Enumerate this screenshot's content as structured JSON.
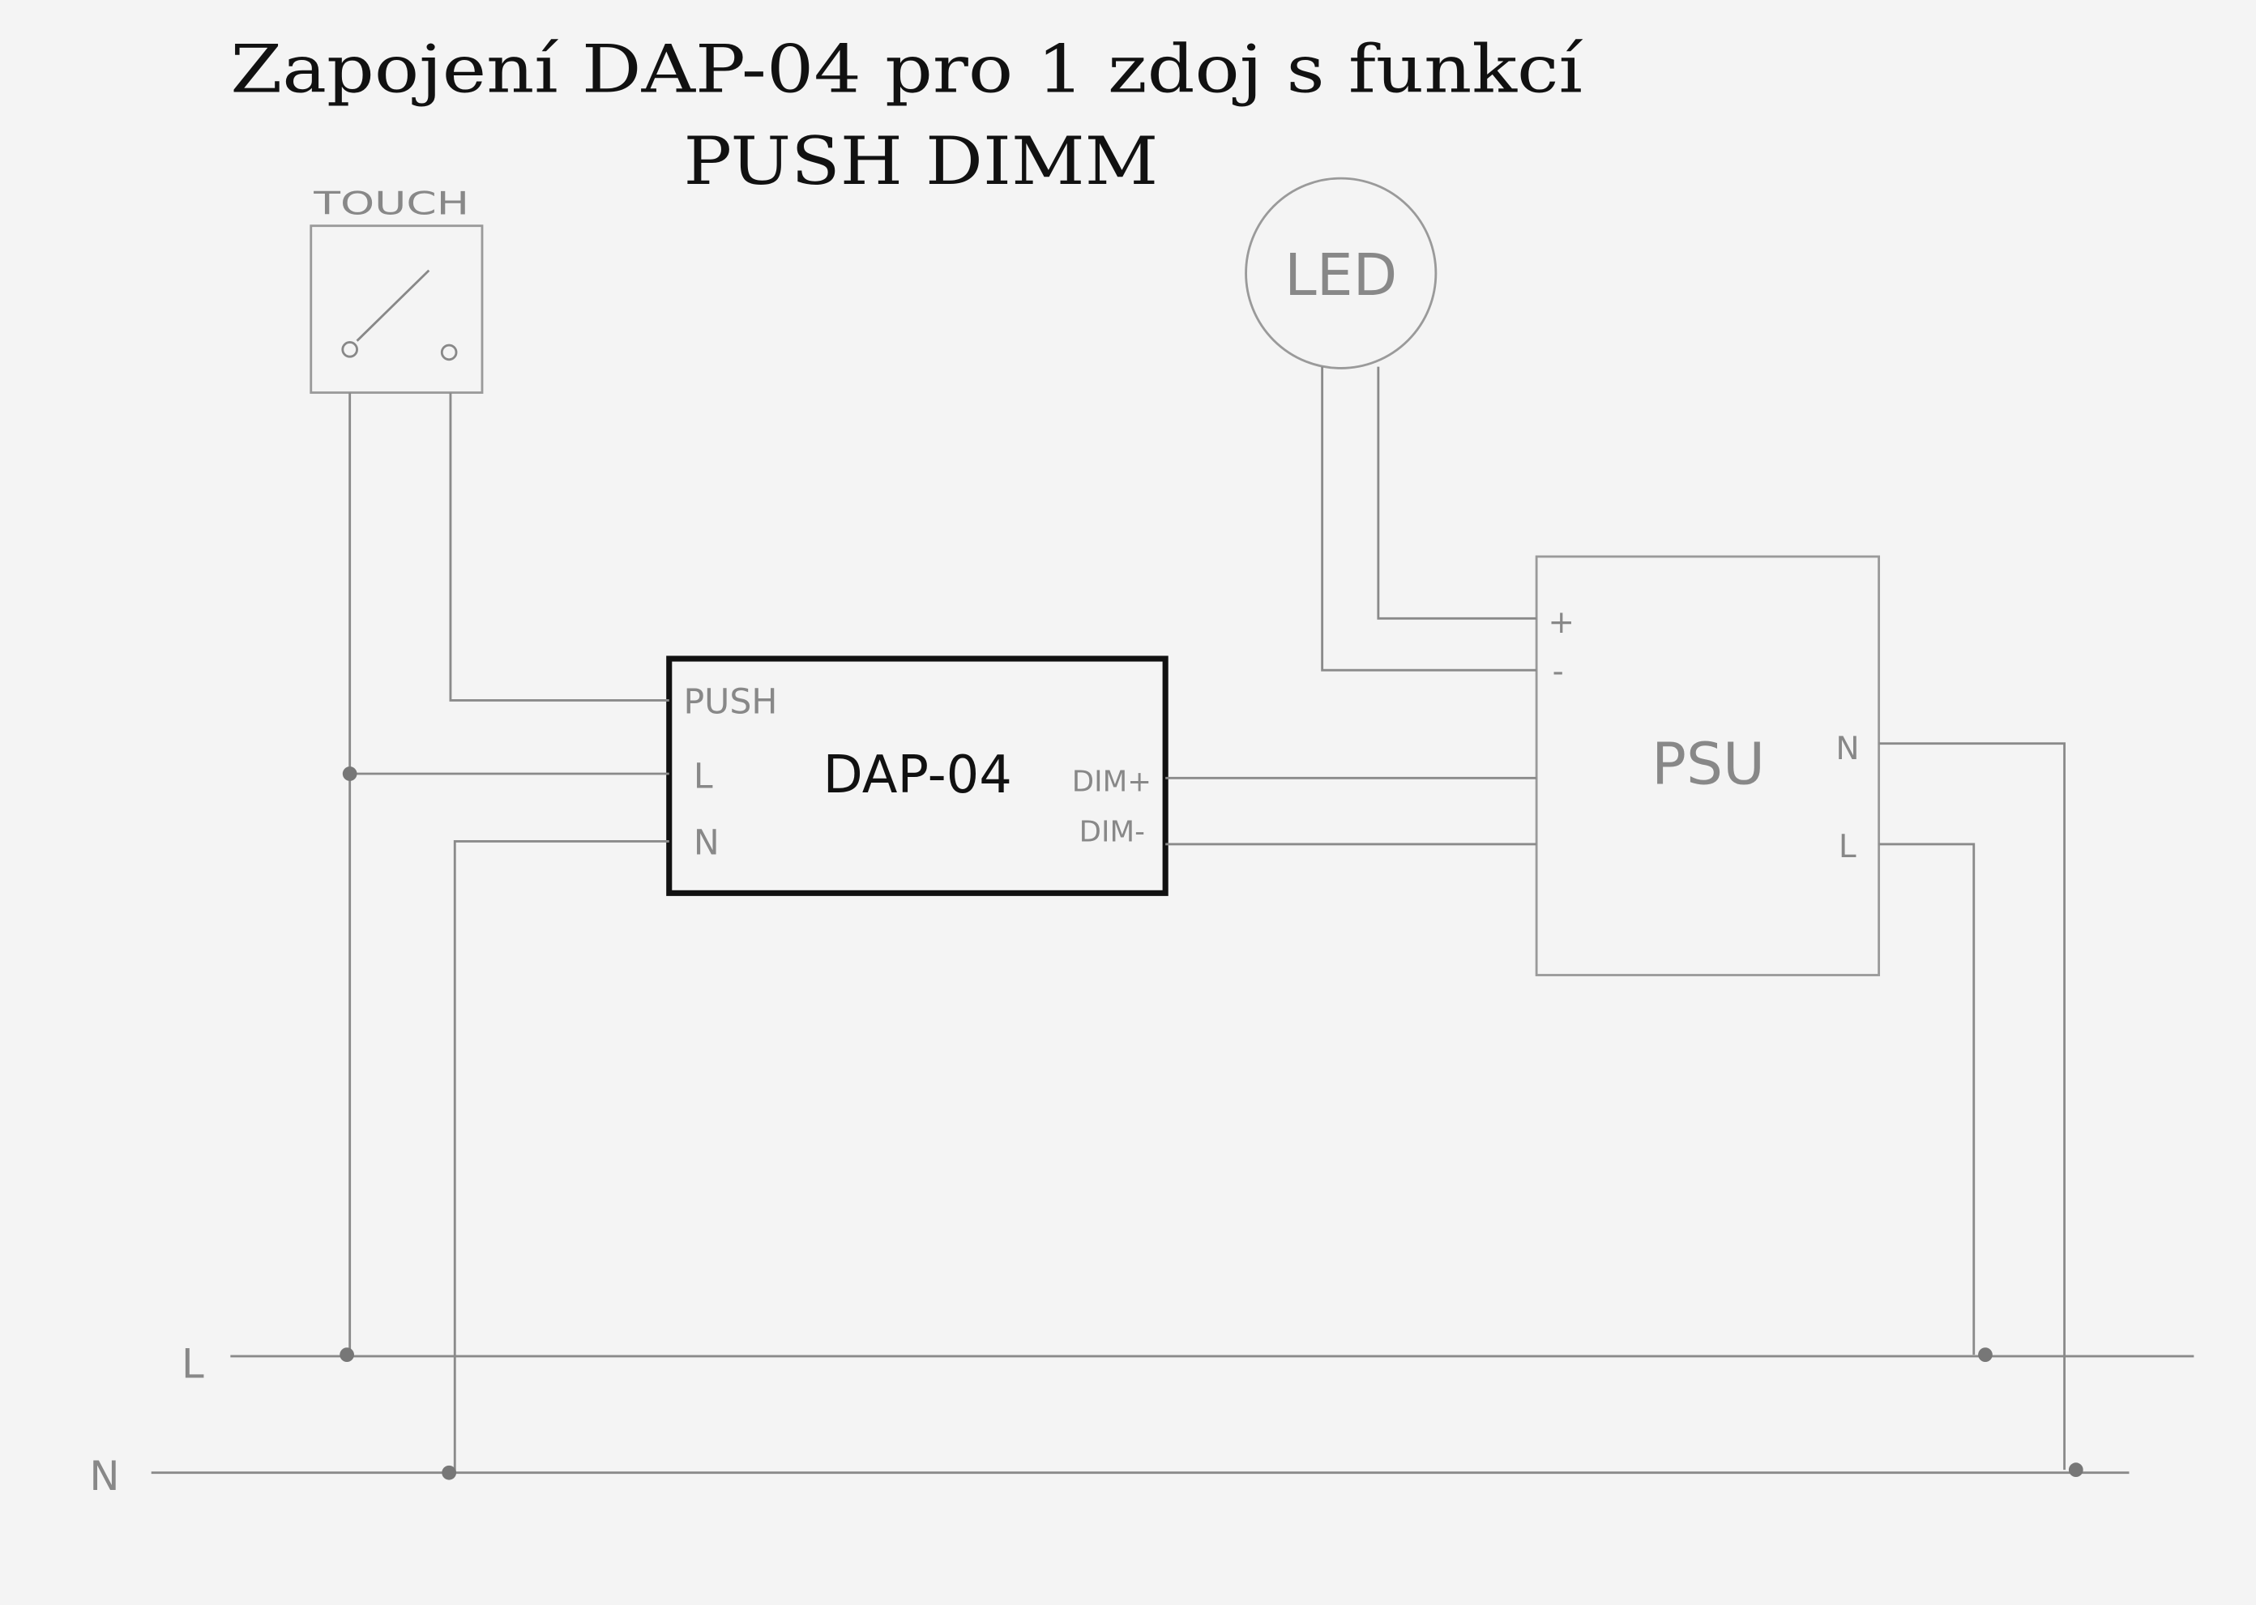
{
  "title": {
    "line1": "Zapojení DAP-04 pro 1 zdoj  s funkcí",
    "line2": "PUSH DIMM"
  },
  "touch": {
    "label": "TOUCH"
  },
  "led": {
    "label": "LED"
  },
  "dap": {
    "name": "DAP-04",
    "push": "PUSH",
    "l": "L",
    "n": "N",
    "dim_plus": "DIM+",
    "dim_minus": "DIM-"
  },
  "psu": {
    "name": "PSU",
    "plus": "+",
    "minus": "-",
    "n": "N",
    "l": "L"
  },
  "bus": {
    "l": "L",
    "n": "N"
  }
}
